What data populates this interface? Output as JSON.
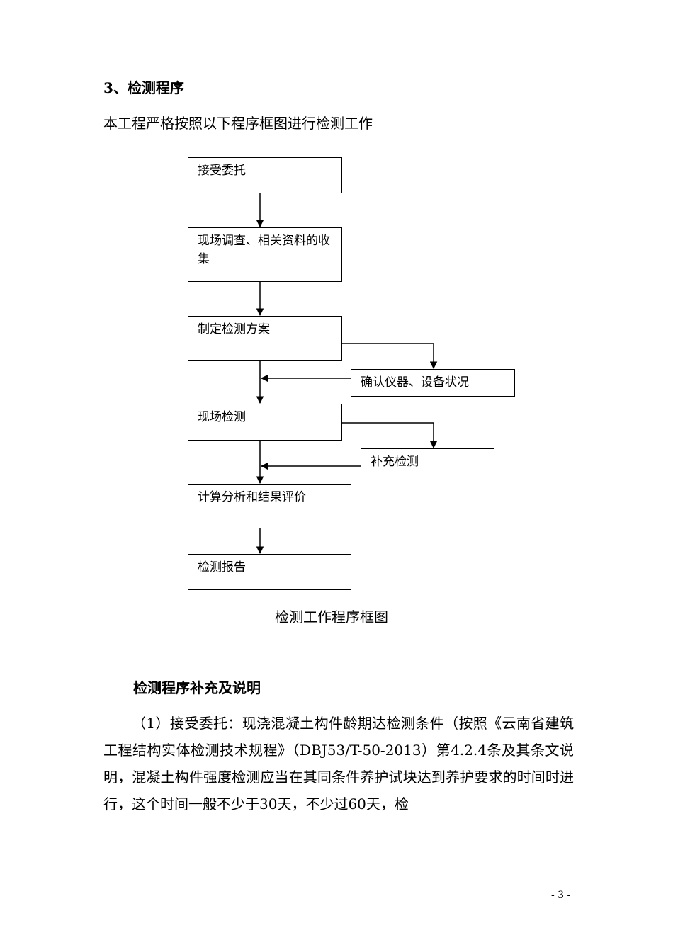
{
  "section_title": "3、检测程序",
  "intro": "本工程严格按照以下程序框图进行检测工作",
  "flowchart": {
    "steps": [
      "接受委托",
      "现场调查、相关资料的收集",
      "制定检测方案",
      "确认仪器、设备状况",
      "现场检测",
      "补充检测",
      "计算分析和结果评价",
      "检测报告"
    ],
    "caption": "检测工作程序框图"
  },
  "subheading": "检测程序补充及说明",
  "paragraph": "（1）接受委托：现浇混凝土构件龄期达检测条件（按照《云南省建筑工程结构实体检测技术规程》（DBJ53/T-50-2013）第4.2.4条及其条文说明，混凝土构件强度检测应当在其同条件养护试块达到养护要求的时间时进行，这个时间一般不少于30天，不少过60天，检",
  "page_number": "- 3 -"
}
